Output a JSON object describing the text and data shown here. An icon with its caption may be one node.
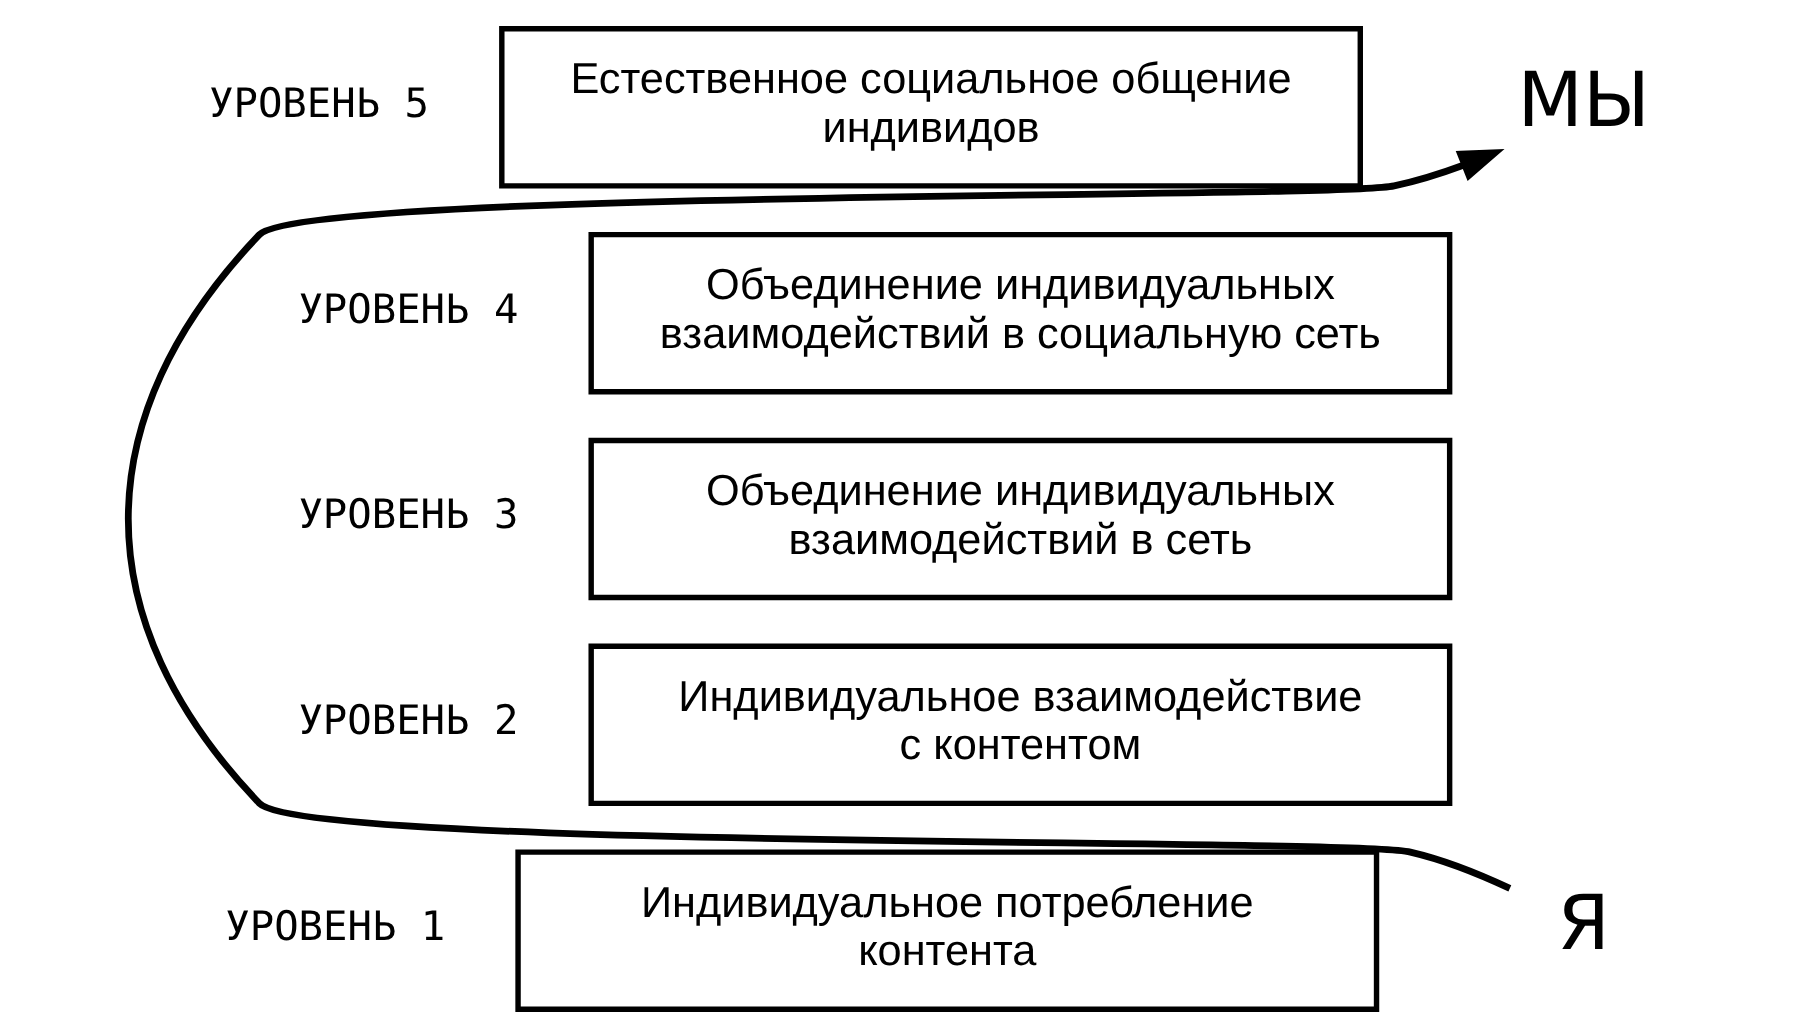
{
  "diagram": {
    "nodes": [
      {
        "text": [
          "Естественное социальное общение индивидов"
        ],
        "beside": [
          "УРОВЕНЬ 5"
        ]
      },
      {
        "text": [
          "МЫ"
        ]
      },
      {
        "text": [
          "Объединение индивидуальных взаимодействий в социальную сеть"
        ],
        "beside": [
          "УРОВЕНЬ 4"
        ]
      },
      {
        "text": [
          "Объединение индивидуальных взаимодействий в сеть"
        ],
        "beside": [
          "УРОВЕНЬ 3"
        ]
      },
      {
        "text": [
          "Индивидуальное взаимодействие с контентом"
        ],
        "beside": [
          "УРОВЕНЬ 2"
        ]
      },
      {
        "text": [
          "Индивидуальное потребление контента"
        ],
        "beside": [
          "УРОВЕНЬ 1"
        ]
      },
      {
        "text": [
          "Я"
        ]
      }
    ],
    "edges": [
      {
        "from": 6,
        "to": 1,
        "arrow": "to"
      }
    ]
  }
}
